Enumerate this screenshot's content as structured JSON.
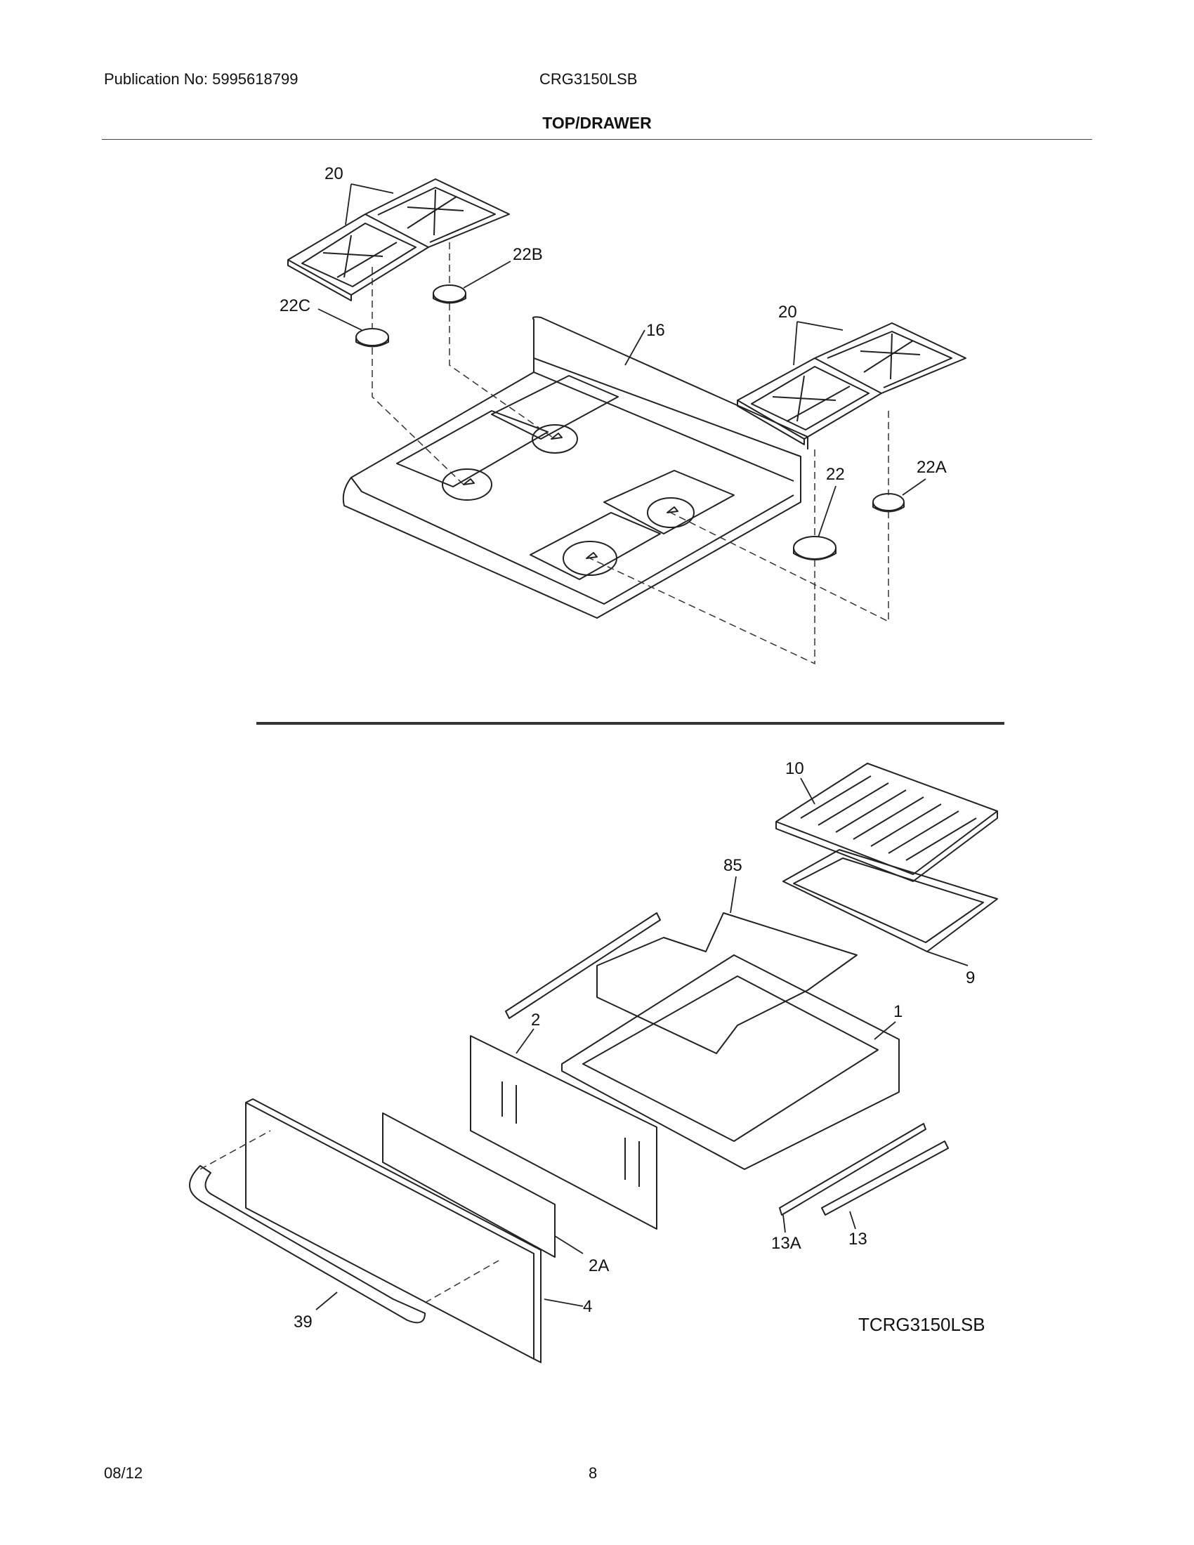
{
  "header": {
    "publication": "Publication No: 5995618799",
    "model": "CRG3150LSB",
    "section_title": "TOP/DRAWER"
  },
  "diagram": {
    "callouts": {
      "grates_left": "20",
      "cap_22B": "22B",
      "cap_22C": "22C",
      "cooktop": "16",
      "grates_right": "20",
      "cap_22": "22",
      "cap_22A": "22A",
      "broiler_insert": "10",
      "rack_85": "85",
      "broiler_pan": "9",
      "drawer_body": "1",
      "drawer_back": "2",
      "slide_13A": "13A",
      "slide_13": "13",
      "panel_2A": "2A",
      "handle": "39",
      "drawer_front": "4"
    },
    "figure_code": "TCRG3150LSB"
  },
  "footer": {
    "date": "08/12",
    "page": "8"
  }
}
